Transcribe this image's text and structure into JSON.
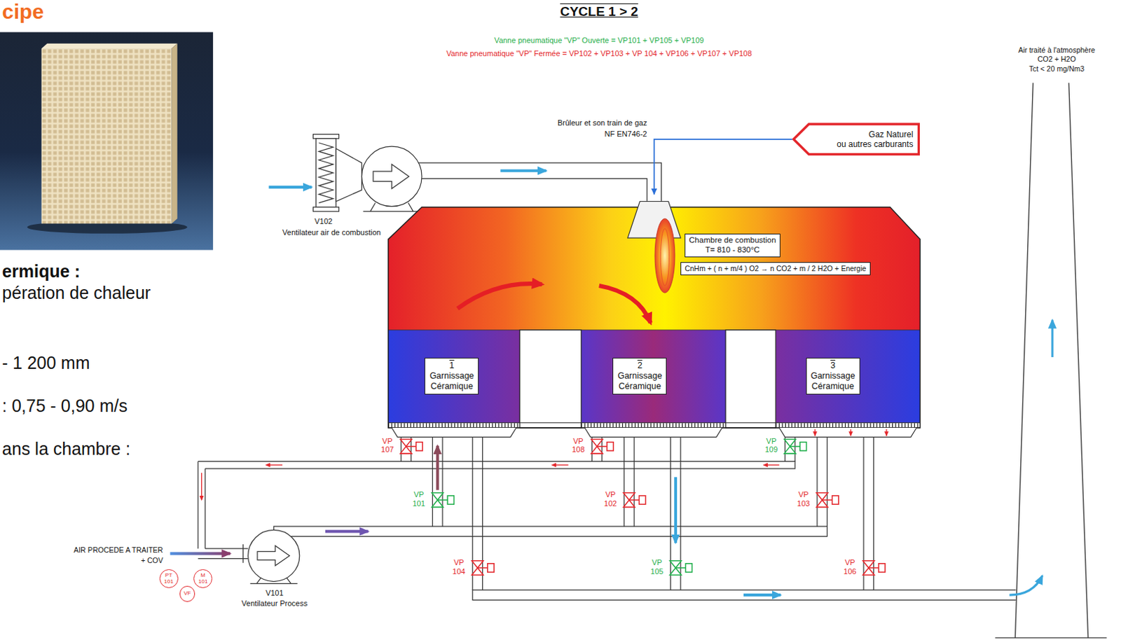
{
  "diagram": {
    "title": "CYCLE 1 > 2",
    "nodes": [
      {
        "text": [
          "Gaz Naturel",
          "ou autres carburants"
        ]
      },
      {
        "text": [
          "Chambre de combustion",
          "T= 810 - 830°C"
        ]
      },
      {
        "text": [
          "CnHm + ( n + m/4 ) O2 → n CO2 + m / 2 H2O + Energie"
        ]
      },
      {
        "text": [
          "1",
          "Garnissage Céramique"
        ]
      },
      {
        "text": [
          "2",
          "Garnissage Céramique"
        ]
      },
      {
        "text": [
          "3",
          "Garnissage Céramique"
        ]
      },
      {
        "text": [
          "PT 101"
        ]
      },
      {
        "text": [
          "VF"
        ]
      },
      {
        "text": [
          "M 101"
        ]
      }
    ],
    "labels": [
      "cipe",
      "ermique :",
      "pération de chaleur",
      "- 1 200 mm",
      ": 0,75 - 0,90 m/s",
      "ans la chambre :",
      "Vanne pneumatique \"VP\" Ouverte = VP101 + VP105 + VP109",
      "Vanne pneumatique \"VP\" Fermée = VP102 + VP103 + VP 104 + VP106 + VP107 + VP108",
      "Air traité à l'atmosphère",
      "CO2 + H2O",
      "Tct < 20 mg/Nm3",
      "Brûleur et son train de gaz",
      "NF EN746-2",
      "V102",
      "Ventilateur air de combustion",
      "VP 107",
      "VP 108",
      "VP 109",
      "VP 101",
      "VP 102",
      "VP 103",
      "AIR PROCEDE A TRAITER",
      "+ COV",
      "V101",
      "Ventilateur Process",
      "VP 104",
      "VP 105",
      "VP 106"
    ]
  }
}
